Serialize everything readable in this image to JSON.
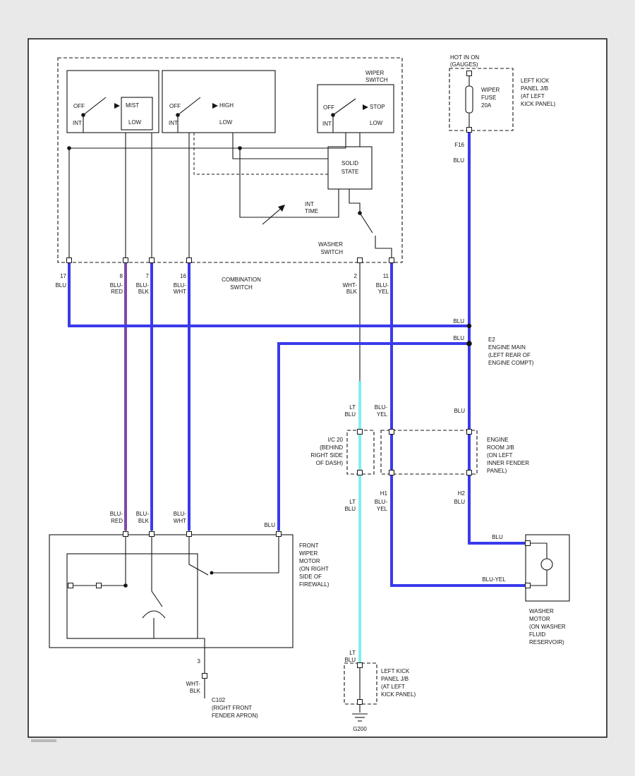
{
  "colors": {
    "wire_blue": "#3a3aec",
    "wire_purple": "#7d4aa8",
    "wire_light_blue": "#84eeee",
    "background": "#e9e9e9",
    "page": "#ffffff"
  },
  "power": {
    "hot": [
      "HOT IN ON",
      "(GAUGES)"
    ],
    "fuse": [
      "WIPER",
      "FUSE",
      "20A"
    ],
    "jb": [
      "LEFT KICK",
      "PANEL J/B",
      "(AT LEFT",
      "KICK PANEL)"
    ],
    "pin": "F16",
    "wire": "BLU"
  },
  "combo": {
    "title": [
      "WIPER",
      "SWITCH"
    ],
    "sw1": [
      "OFF",
      "MIST",
      "INT",
      "LOW"
    ],
    "sw2": [
      "OFF",
      "HIGH",
      "INT",
      "LOW"
    ],
    "sw3": [
      "OFF",
      "STOP",
      "INT",
      "LOW"
    ],
    "solid_state": [
      "SOLID",
      "STATE"
    ],
    "int_time": [
      "INT",
      "TIME"
    ],
    "washer": [
      "WASHER",
      "SWITCH"
    ],
    "name": [
      "COMBINATION",
      "SWITCH"
    ],
    "pins": {
      "p17": {
        "num": "17",
        "w": [
          "BLU"
        ]
      },
      "p8": {
        "num": "8",
        "w": [
          "BLU-",
          "RED"
        ]
      },
      "p7": {
        "num": "7",
        "w": [
          "BLU-",
          "BLK"
        ]
      },
      "p16": {
        "num": "16",
        "w": [
          "BLU-",
          "WHT"
        ]
      },
      "p2": {
        "num": "2",
        "w": [
          "WHT-",
          "BLK"
        ]
      },
      "p11": {
        "num": "11",
        "w": [
          "BLU-",
          "YEL"
        ]
      }
    }
  },
  "e2": {
    "blu_top": "BLU",
    "blu_bot": "BLU",
    "label": [
      "E2",
      "ENGINE MAIN",
      "(LEFT REAR OF",
      "ENGINE COMPT)"
    ]
  },
  "mid": {
    "ic20": [
      "I/C 20",
      "(BEHIND",
      "RIGHT SIDE",
      "OF DASH)"
    ],
    "engine_jb": [
      "ENGINE",
      "ROOM J/B",
      "(ON LEFT",
      "INNER FENDER",
      "PANEL)"
    ],
    "ltblu_above": [
      "LT",
      "BLU"
    ],
    "ltblu_below": [
      "LT",
      "BLU"
    ],
    "bluyel_above": [
      "BLU-",
      "YEL"
    ],
    "blu_above": "BLU",
    "h1": "H1",
    "bluyel_below": [
      "BLU-",
      "YEL"
    ],
    "h2": "H2",
    "blu_below": "BLU"
  },
  "washer_motor": {
    "blu": "BLU",
    "bluyel": "BLU-YEL",
    "label": [
      "WASHER",
      "MOTOR",
      "(ON WASHER",
      "FLUID",
      "RESERVOIR)"
    ]
  },
  "wiper_motor": {
    "label": [
      "FRONT",
      "WIPER",
      "MOTOR",
      "(ON RIGHT",
      "SIDE OF",
      "FIREWALL)"
    ],
    "w1": [
      "BLU-",
      "RED"
    ],
    "w2": [
      "BLU-",
      "BLK"
    ],
    "w3": [
      "BLU-",
      "WHT"
    ],
    "w4": "BLU",
    "gnd_pin": "3",
    "gnd_wire": [
      "WHT-",
      "BLK"
    ],
    "c102": [
      "C102",
      "(RIGHT FRONT",
      "FENDER APRON)"
    ]
  },
  "bottom": {
    "ltblu": [
      "LT",
      "BLU"
    ],
    "jb": [
      "LEFT KICK",
      "PANEL J/B",
      "(AT LEFT",
      "KICK PANEL)"
    ],
    "ground": "G200"
  }
}
